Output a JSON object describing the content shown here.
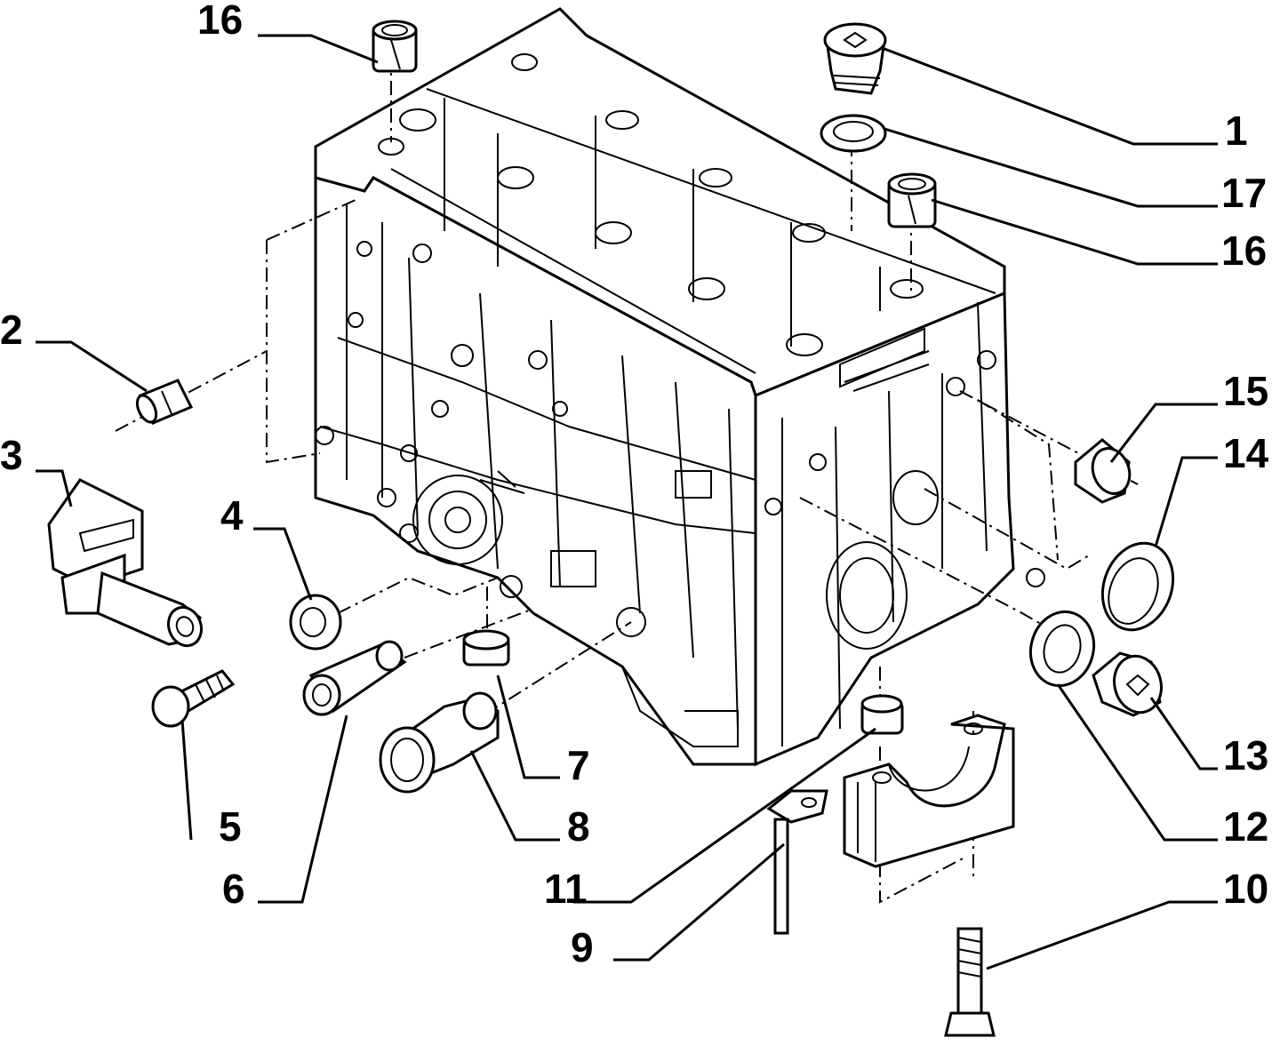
{
  "diagram": {
    "callouts": [
      {
        "id": "c16a",
        "text": "16"
      },
      {
        "id": "c1",
        "text": "1"
      },
      {
        "id": "c17",
        "text": "17"
      },
      {
        "id": "c16b",
        "text": "16"
      },
      {
        "id": "c2",
        "text": "2"
      },
      {
        "id": "c15",
        "text": "15"
      },
      {
        "id": "c3",
        "text": "3"
      },
      {
        "id": "c14",
        "text": "14"
      },
      {
        "id": "c4",
        "text": "4"
      },
      {
        "id": "c13",
        "text": "13"
      },
      {
        "id": "c7",
        "text": "7"
      },
      {
        "id": "c5",
        "text": "5"
      },
      {
        "id": "c8",
        "text": "8"
      },
      {
        "id": "c12",
        "text": "12"
      },
      {
        "id": "c11",
        "text": "11"
      },
      {
        "id": "c10",
        "text": "10"
      },
      {
        "id": "c6",
        "text": "6"
      },
      {
        "id": "c9",
        "text": "9"
      }
    ]
  }
}
